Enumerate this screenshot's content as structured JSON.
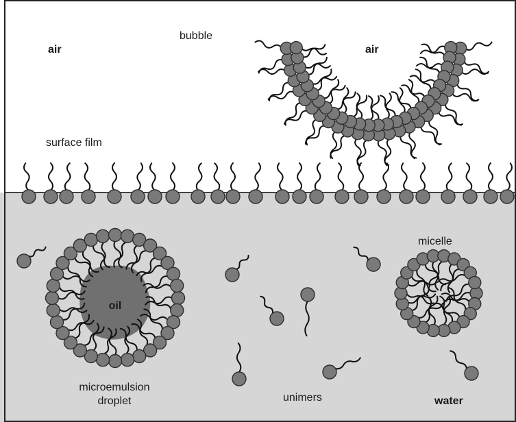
{
  "labels": {
    "air_left": "air",
    "bubble": "bubble",
    "air_right": "air",
    "surface_film": "surface film",
    "oil": "oil",
    "micelle": "micelle",
    "microemulsion_line1": "microemulsion",
    "microemulsion_line2": "droplet",
    "unimers": "unimers",
    "water": "water"
  },
  "colors": {
    "air": "#ffffff",
    "water": "#d6d6d6",
    "head": "#7a7a7a",
    "head_stroke": "#2e2e2e",
    "tail": "#111111",
    "oil_core": "#707070",
    "border": "#222222"
  }
}
